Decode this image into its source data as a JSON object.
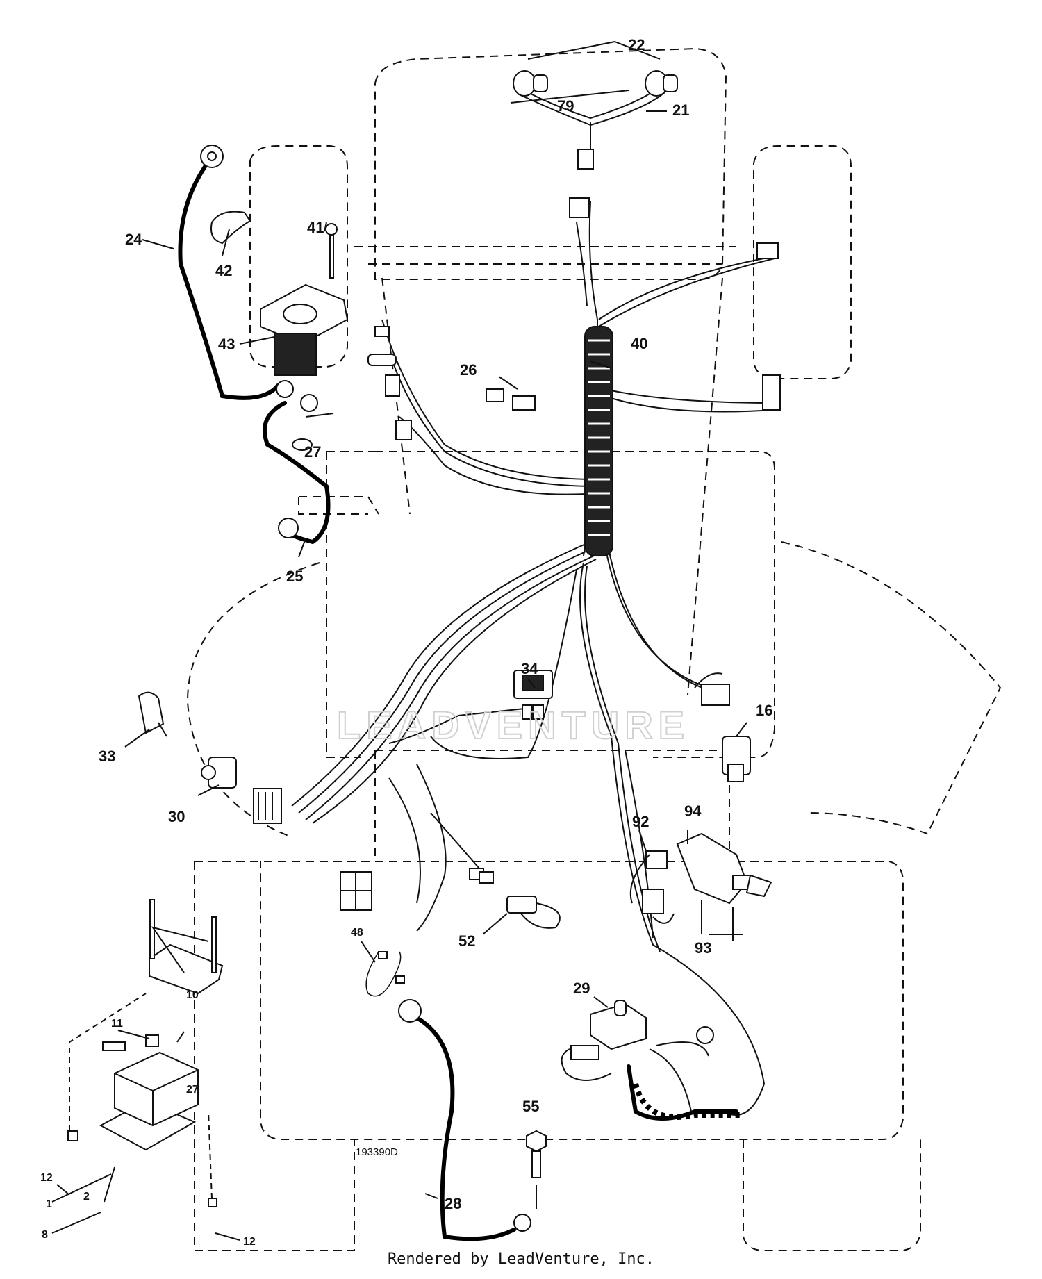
{
  "diagram": {
    "drawing_number": "193390D",
    "watermark": "LEADVENTURE",
    "footer": "Rendered by LeadVenture, Inc.",
    "callouts": {
      "c1": "1",
      "c2": "2",
      "c8": "8",
      "c10": "10",
      "c11": "11",
      "c12a": "12",
      "c12b": "12",
      "c16": "16",
      "c21": "21",
      "c22": "22",
      "c24": "24",
      "c25": "25",
      "c26": "26",
      "c27a": "27",
      "c27b": "27",
      "c28": "28",
      "c29": "29",
      "c30": "30",
      "c33": "33",
      "c34": "34",
      "c40": "40",
      "c41": "41",
      "c42": "42",
      "c43": "43",
      "c48": "48",
      "c52": "52",
      "c55": "55",
      "c79": "79",
      "c92": "92",
      "c93": "93",
      "c94": "94"
    }
  }
}
